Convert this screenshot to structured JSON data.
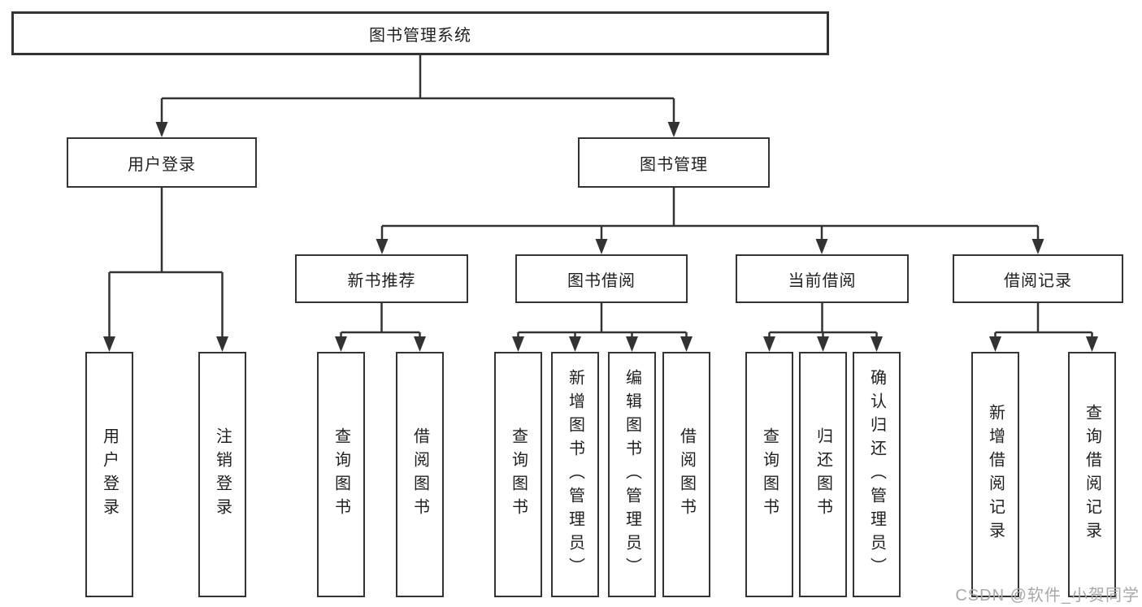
{
  "diagram": {
    "type": "hierarchy",
    "tree": {
      "label": "图书管理系统",
      "children": [
        {
          "label": "用户登录",
          "children": [
            {
              "label": "用户登录"
            },
            {
              "label": "注销登录"
            }
          ]
        },
        {
          "label": "图书管理",
          "children": [
            {
              "label": "新书推荐",
              "children": [
                {
                  "label": "查询图书"
                },
                {
                  "label": "借阅图书"
                }
              ]
            },
            {
              "label": "图书借阅",
              "children": [
                {
                  "label": "查询图书"
                },
                {
                  "label": "新增图书（管理员）"
                },
                {
                  "label": "编辑图书（管理员）"
                },
                {
                  "label": "借阅图书"
                }
              ]
            },
            {
              "label": "当前借阅",
              "children": [
                {
                  "label": "查询图书"
                },
                {
                  "label": "归还图书"
                },
                {
                  "label": "确认归还（管理员）"
                }
              ]
            },
            {
              "label": "借阅记录",
              "children": [
                {
                  "label": "新增借阅记录"
                },
                {
                  "label": "查询借阅记录"
                }
              ]
            }
          ]
        }
      ]
    },
    "colors": {
      "line": "#333333",
      "box_border": "#333333",
      "box_fill": "#ffffff",
      "text": "#1f1f1f"
    }
  },
  "watermark": {
    "text": "CSDN @软件_小贺同学",
    "color": "#a8a8a8"
  }
}
